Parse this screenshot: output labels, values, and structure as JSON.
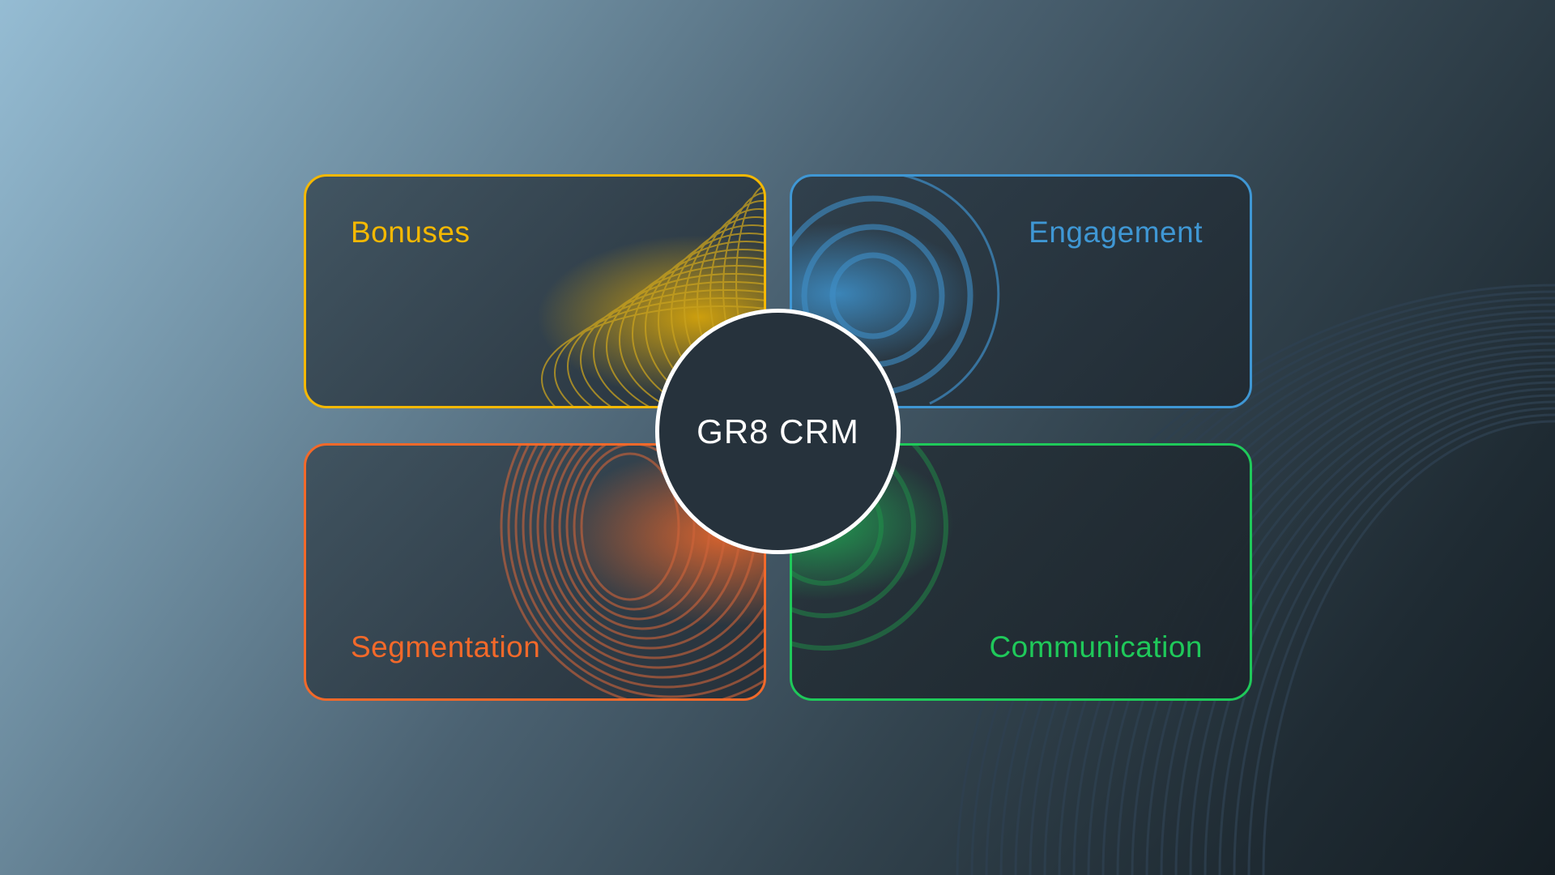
{
  "center": {
    "title": "GR8 CRM"
  },
  "cards": [
    {
      "label": "Bonuses",
      "color": "#f5b800"
    },
    {
      "label": "Engagement",
      "color": "#3f97d4"
    },
    {
      "label": "Segmentation",
      "color": "#f2692a"
    },
    {
      "label": "Communication",
      "color": "#1fc95a"
    }
  ]
}
